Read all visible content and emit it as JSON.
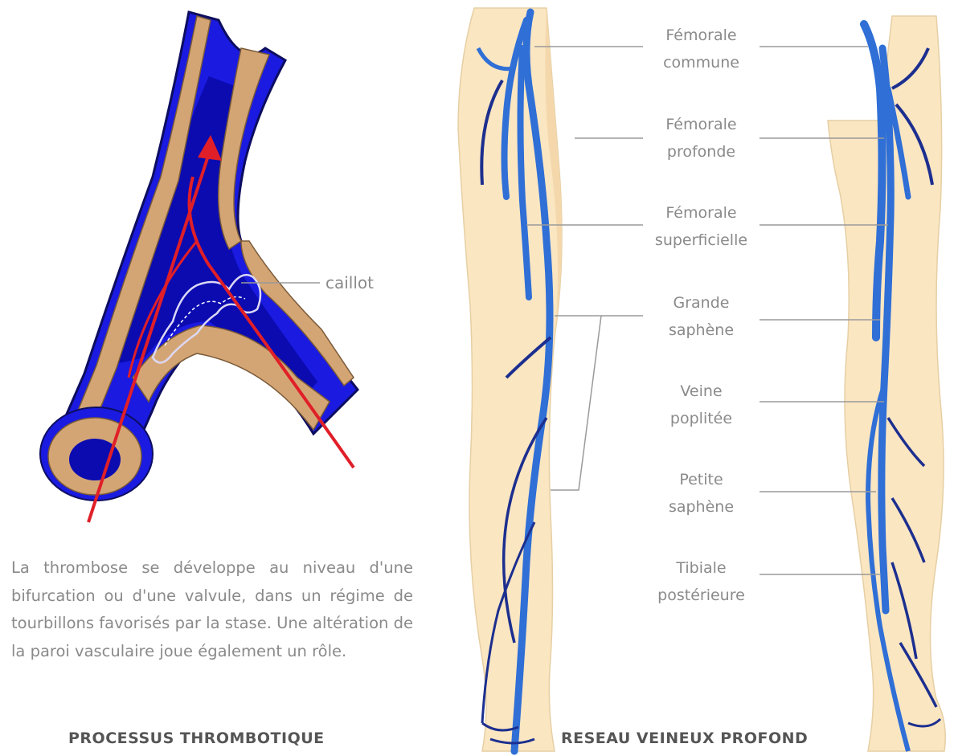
{
  "thrombus": {
    "clot_label": "caillot",
    "description": "La thrombose se développe au niveau d'une bifurcation ou d'une valvule, dans un régime de tourbillons favorisés par la stase. Une altération de la paroi vasculaire joue également un rôle.",
    "caption": "PROCESSUS THROMBOTIQUE"
  },
  "veins": {
    "labels": [
      {
        "line1": "Fémorale",
        "line2": "commune"
      },
      {
        "line1": "Fémorale",
        "line2": "profonde"
      },
      {
        "line1": "Fémorale",
        "line2": "superficielle"
      },
      {
        "line1": "Grande",
        "line2": "saphène"
      },
      {
        "line1": "Veine",
        "line2": "poplitée"
      },
      {
        "line1": "Petite",
        "line2": "saphène"
      },
      {
        "line1": "Tibiale",
        "line2": "postérieure"
      }
    ],
    "caption": "RESEAU VEINEUX PROFOND"
  },
  "colors": {
    "vein_blue": "#2f6fd6",
    "vein_dark": "#1c2f8f",
    "vessel_wall": "#d4a574",
    "lumen_blue": "#1a1ae0",
    "arrow_red": "#e01f28",
    "skin": "#fbe6c2",
    "leader_gray": "#9a9a9a"
  }
}
